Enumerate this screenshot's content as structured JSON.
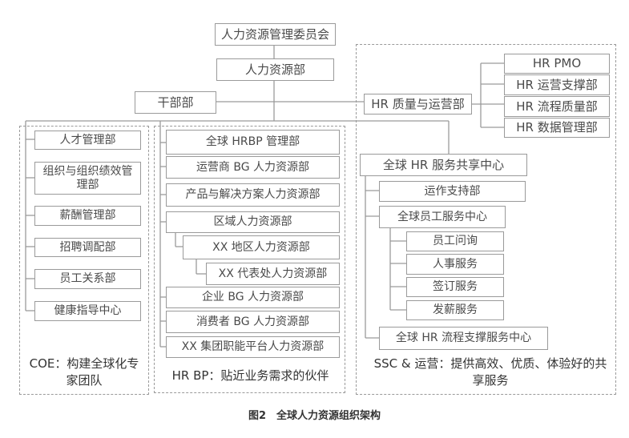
{
  "top": {
    "committee": "人力资源管理委员会",
    "hr_dept": "人力资源部",
    "cadre_dept": "干部部"
  },
  "coe": {
    "items": [
      "人才管理部",
      "组织与组织绩效管理部",
      "薪酬管理部",
      "招聘调配部",
      "员工关系部",
      "健康指导中心"
    ],
    "label": "COE：构建全球化专家团队"
  },
  "hrbp": {
    "items": [
      "全球 HRBP 管理部",
      "运营商 BG 人力资源部",
      "产品与解决方案人力资源部",
      "区域人力资源部",
      "XX 地区人力资源部",
      "XX 代表处人力资源部",
      "企业 BG 人力资源部",
      "消费者 BG 人力资源部",
      "XX 集团职能平台人力资源部"
    ],
    "label": "HR BP：贴近业务需求的伙伴"
  },
  "ssc": {
    "quality": "HR 质量与运营部",
    "quality_items": [
      "HR PMO",
      "HR 运营支撑部",
      "HR 流程质量部",
      "HR 数据管理部"
    ],
    "center": "全球 HR 服务共享中心",
    "ops_support": "运作支持部",
    "employee_center": "全球员工服务中心",
    "employee_items": [
      "员工问询",
      "人事服务",
      "签订服务",
      "发薪服务"
    ],
    "process_center": "全球 HR 流程支撑服务中心",
    "label": "SSC & 运营：提供高效、优质、体验好的共享服务"
  },
  "caption": "图2　全球人力资源组织架构"
}
